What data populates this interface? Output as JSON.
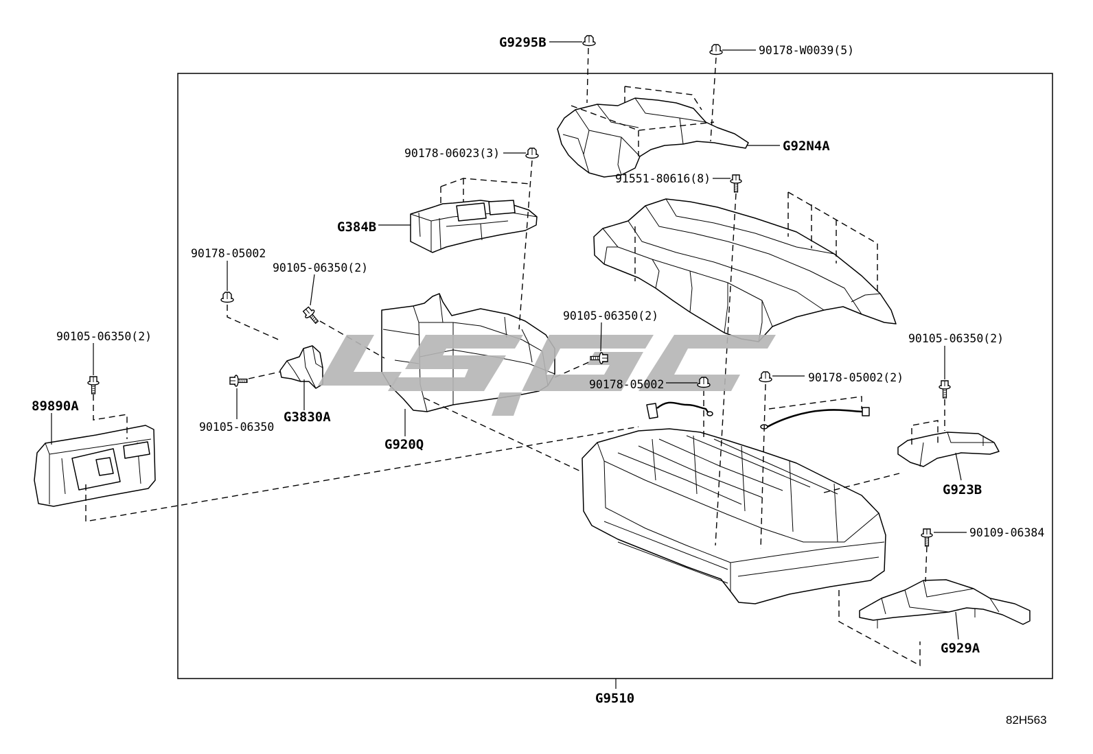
{
  "colors": {
    "line": "#000000",
    "watermark": "#b5b5b5"
  },
  "callouts": {
    "g9295b": "G9295B",
    "p90178_w0039_5": "90178-W0039(5)",
    "g92n4a": "G92N4A",
    "p90178_06023_3": "90178-06023(3)",
    "p91551_80616_8": "91551-80616(8)",
    "g384b": "G384B",
    "p90178_05002_a": "90178-05002",
    "p90105_06350_2_a": "90105-06350(2)",
    "p90105_06350_2_b": "90105-06350(2)",
    "p90105_06350_2_c": "90105-06350(2)",
    "p90105_06350_2_d": "90105-06350(2)",
    "p89890a": "89890A",
    "p90178_05002_b": "90178-05002",
    "p90178_05002_2": "90178-05002(2)",
    "g3830a": "G3830A",
    "p90105_06350": "90105-06350",
    "g920q": "G920Q",
    "g923b": "G923B",
    "p90109_06384": "90109-06384",
    "g929a": "G929A",
    "g9510": "G9510"
  },
  "figure_code": "82H563"
}
